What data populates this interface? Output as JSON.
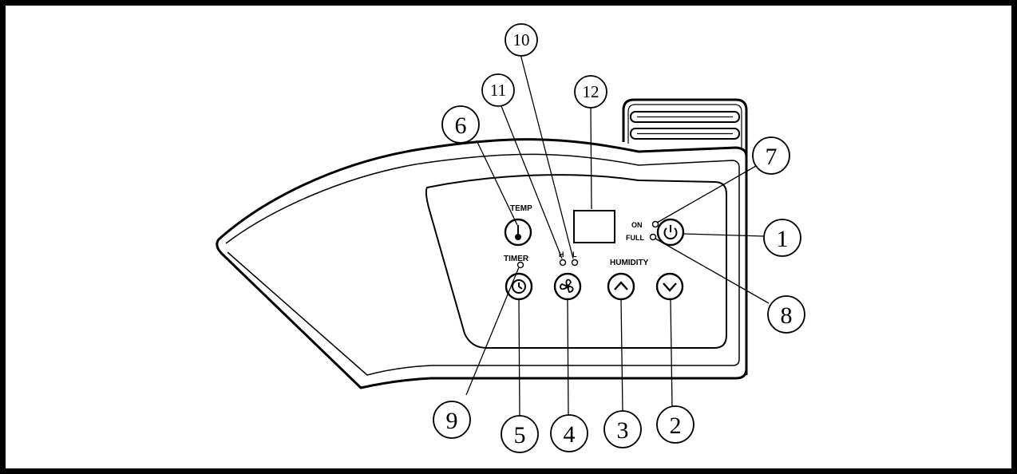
{
  "panel_labels": {
    "temp": "TEMP",
    "timer": "TIMER",
    "humidity": "HUMIDITY",
    "on": "ON",
    "full": "FULL",
    "fan_high": "H",
    "fan_low": "L"
  },
  "callouts": {
    "c1": "1",
    "c2": "2",
    "c3": "3",
    "c4": "4",
    "c5": "5",
    "c6": "6",
    "c7": "7",
    "c8": "8",
    "c9": "9",
    "c10": "10",
    "c11": "11",
    "c12": "12"
  },
  "icons": {
    "power": "power-icon",
    "humidity_down": "chevron-down-icon",
    "humidity_up": "chevron-up-icon",
    "fan": "fan-icon",
    "timer": "clock-icon",
    "temp": "thermometer-icon"
  }
}
